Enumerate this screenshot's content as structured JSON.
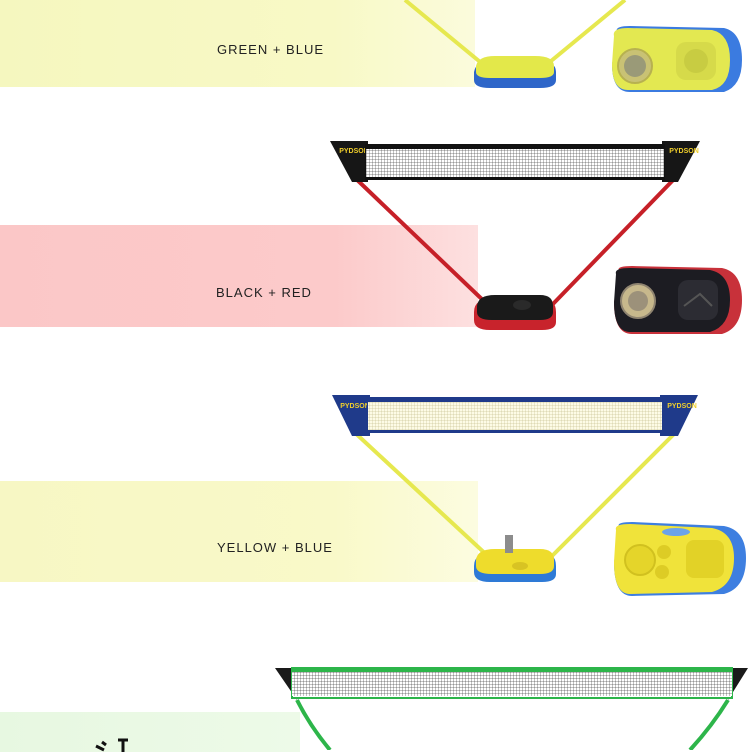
{
  "variants": [
    {
      "label": "GREEN + BLUE",
      "band_color": "#f8f9c6",
      "pole_color": "#e8e84a",
      "base_color": "#2f6fd6"
    },
    {
      "label": "BLACK + RED",
      "band_color": "#fccaca",
      "pole_color": "#c8232c",
      "base_color": "#1b1b1b"
    },
    {
      "label": "YELLOW + BLUE",
      "band_color": "#f9f9c9",
      "pole_color": "#e8e84a",
      "base_color": "#2f6fd6"
    }
  ]
}
